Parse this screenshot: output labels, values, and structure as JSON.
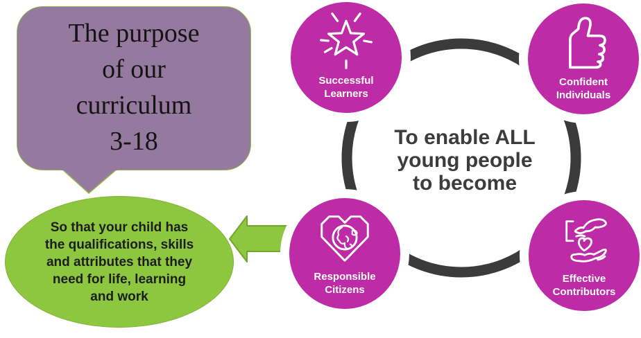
{
  "bubble": {
    "text": "The purpose\nof our\ncurriculum\n3-18"
  },
  "ellipse": {
    "text": "So that your child has\nthe qualifications, skills\nand attributes that they\nneed for life, learning\nand work"
  },
  "center": {
    "text": "To enable ALL\nyoung people\nto become"
  },
  "nodes": [
    {
      "label": "Successful\nLearners",
      "icon": "star-icon"
    },
    {
      "label": "Confident\nIndividuals",
      "icon": "thumbs-up-icon"
    },
    {
      "label": "Responsible\nCitizens",
      "icon": "heart-globe-icon"
    },
    {
      "label": "Effective\nContributors",
      "icon": "hands-heart-icon"
    }
  ],
  "colors": {
    "node_magenta": "#BE2BA6",
    "ring_dark": "#3B3B3B",
    "bubble_purple": "#96799F",
    "bubble_border_green": "#92BA4A",
    "accent_green": "#8DC63F",
    "arrow_border_green": "#74A42D",
    "node_text": "#FFFFFF",
    "center_text": "#3C3C3C"
  }
}
